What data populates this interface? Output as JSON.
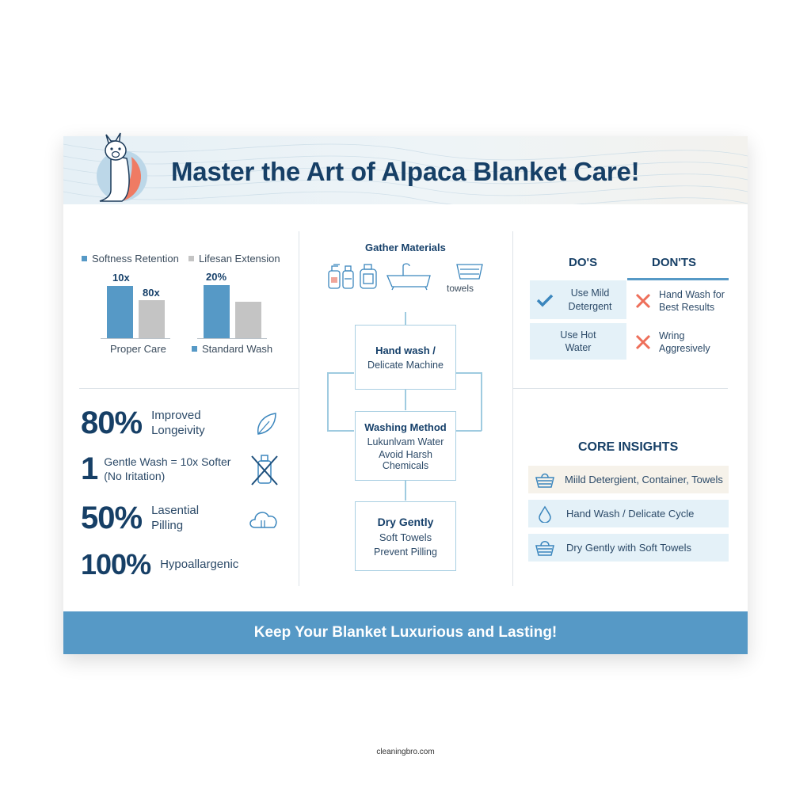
{
  "header": {
    "title": "Master the Art of Alpaca Blanket Care!",
    "logo_icon": "alpaca-logo-icon"
  },
  "chart_data": {
    "type": "bar",
    "title": "",
    "legend": [
      {
        "name": "Softness Retention",
        "color": "#5699c6"
      },
      {
        "name": "Lifesan Extension",
        "color": "#c4c4c4"
      }
    ],
    "categories": [
      "Proper Care",
      "Standard Wash"
    ],
    "series": [
      {
        "name": "Softness Retention",
        "labels": [
          "10x",
          "20%"
        ],
        "values": [
          66,
          67
        ]
      },
      {
        "name": "Lifesan Extension",
        "labels": [
          "80x",
          ""
        ],
        "values": [
          48,
          46
        ]
      }
    ],
    "extra_legend": {
      "name": "Standard Wash",
      "color": "#5699c6"
    },
    "xlabel": "",
    "ylabel": "",
    "grid": false,
    "legend_position": "top"
  },
  "stats": [
    {
      "value": "80%",
      "label_line1": "Improved",
      "label_line2": "Longeivity",
      "icon": "leaf-icon"
    },
    {
      "value": "1",
      "label_line1": "Gentle Wash = 10x Softer",
      "label_line2": "(No Iritation)",
      "icon": "no-bottle-icon"
    },
    {
      "value": "50%",
      "label_line1": "Lasential",
      "label_line2": "Pilling",
      "icon": "cloud-icon"
    },
    {
      "value": "100%",
      "label_line1": "Hypoallargenic",
      "label_line2": "",
      "icon": ""
    }
  ],
  "flow": {
    "materials_title": "Gather Materials",
    "materials_icons": [
      "spray-bottle-icon",
      "bottle-icon",
      "jug-icon",
      "bathtub-icon",
      "towels-icon"
    ],
    "towels_label": "towels",
    "step1": {
      "title": "Hand wash /",
      "line1": "Delicate Machine"
    },
    "step2": {
      "title": "Washing Method",
      "line1": "Lukunlvam Water",
      "line2": "Avoid Harsh Chemicals"
    },
    "step3": {
      "title": "Dry Gently",
      "line1": "Soft Towels",
      "line2": "Prevent Pilling"
    }
  },
  "dos_donts": {
    "dos_title": "DO'S",
    "donts_title": "DON'TS",
    "dos": [
      "Use Mild Detergent",
      "Use Hot Water"
    ],
    "donts": [
      "Hand Wash for Best Results",
      "Wring Aggresively"
    ],
    "colors": {
      "check": "#3b86bd",
      "cross": "#ee6f5a",
      "cell_bg": "#e4f1f8"
    }
  },
  "insights": {
    "title": "CORE INSIGHTS",
    "items": [
      {
        "label": "Miild Detergient, Container, Towels",
        "icon": "basket-icon",
        "bg": "#f6f2ea"
      },
      {
        "label": "Hand Wash / Delicate Cycle",
        "icon": "water-drop-icon",
        "bg": "#e4f1f8"
      },
      {
        "label": "Dry Gently with Soft Towels",
        "icon": "basket-icon",
        "bg": "#e4f1f8"
      }
    ]
  },
  "footer": {
    "text": "Keep Your Blanket Luxurious and Lasting!"
  },
  "watermark": "cleaningbro.com",
  "colors": {
    "navy": "#163f66",
    "accent_blue": "#5699c6",
    "gray_bar": "#c4c4c4",
    "coral": "#ee6f5a"
  }
}
